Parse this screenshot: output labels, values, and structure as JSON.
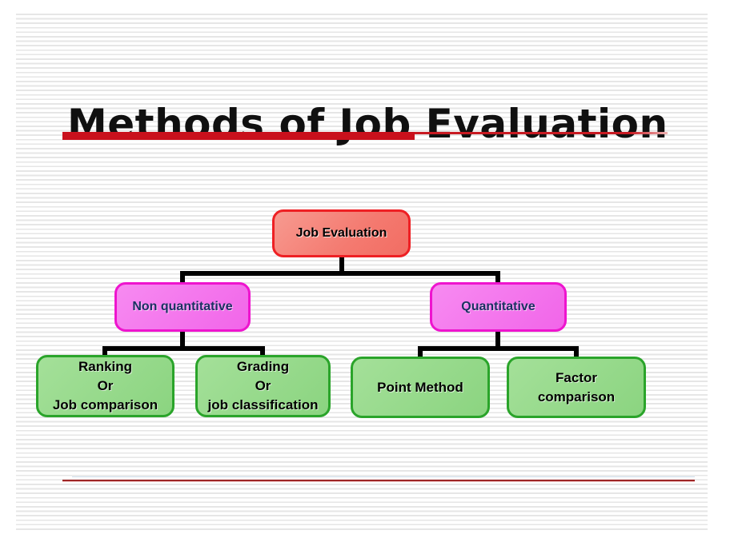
{
  "slide": {
    "title": "Methods of Job Evaluation",
    "accent_color": "#c9101c",
    "bottom_rule_color": "#9e2626",
    "stripe_color": "#e6e6e6"
  },
  "diagram": {
    "root": {
      "label": "Job Evaluation",
      "fill": "#f4837b",
      "border": "#ee2024",
      "text_color": "#000000"
    },
    "level1": [
      {
        "label": "Non quantitative",
        "fill": "#f473ee",
        "border": "#ee14ce",
        "text_color": "#1b3062"
      },
      {
        "label": "Quantitative",
        "fill": "#f473ee",
        "border": "#ee14ce",
        "text_color": "#1b3062"
      }
    ],
    "level2": [
      {
        "label": "Ranking\nOr\nJob comparison",
        "fill": "#90d985",
        "border": "#2aa42a",
        "text_color": "#000000",
        "parent": "Non quantitative"
      },
      {
        "label": "Grading\nOr\njob classification",
        "fill": "#90d985",
        "border": "#2aa42a",
        "text_color": "#000000",
        "parent": "Non quantitative"
      },
      {
        "label": "Point Method",
        "fill": "#90d985",
        "border": "#2aa42a",
        "text_color": "#000000",
        "parent": "Quantitative"
      },
      {
        "label": "Factor\ncomparison",
        "fill": "#90d985",
        "border": "#2aa42a",
        "text_color": "#000000",
        "parent": "Quantitative"
      }
    ],
    "connector_color": "#000000"
  }
}
